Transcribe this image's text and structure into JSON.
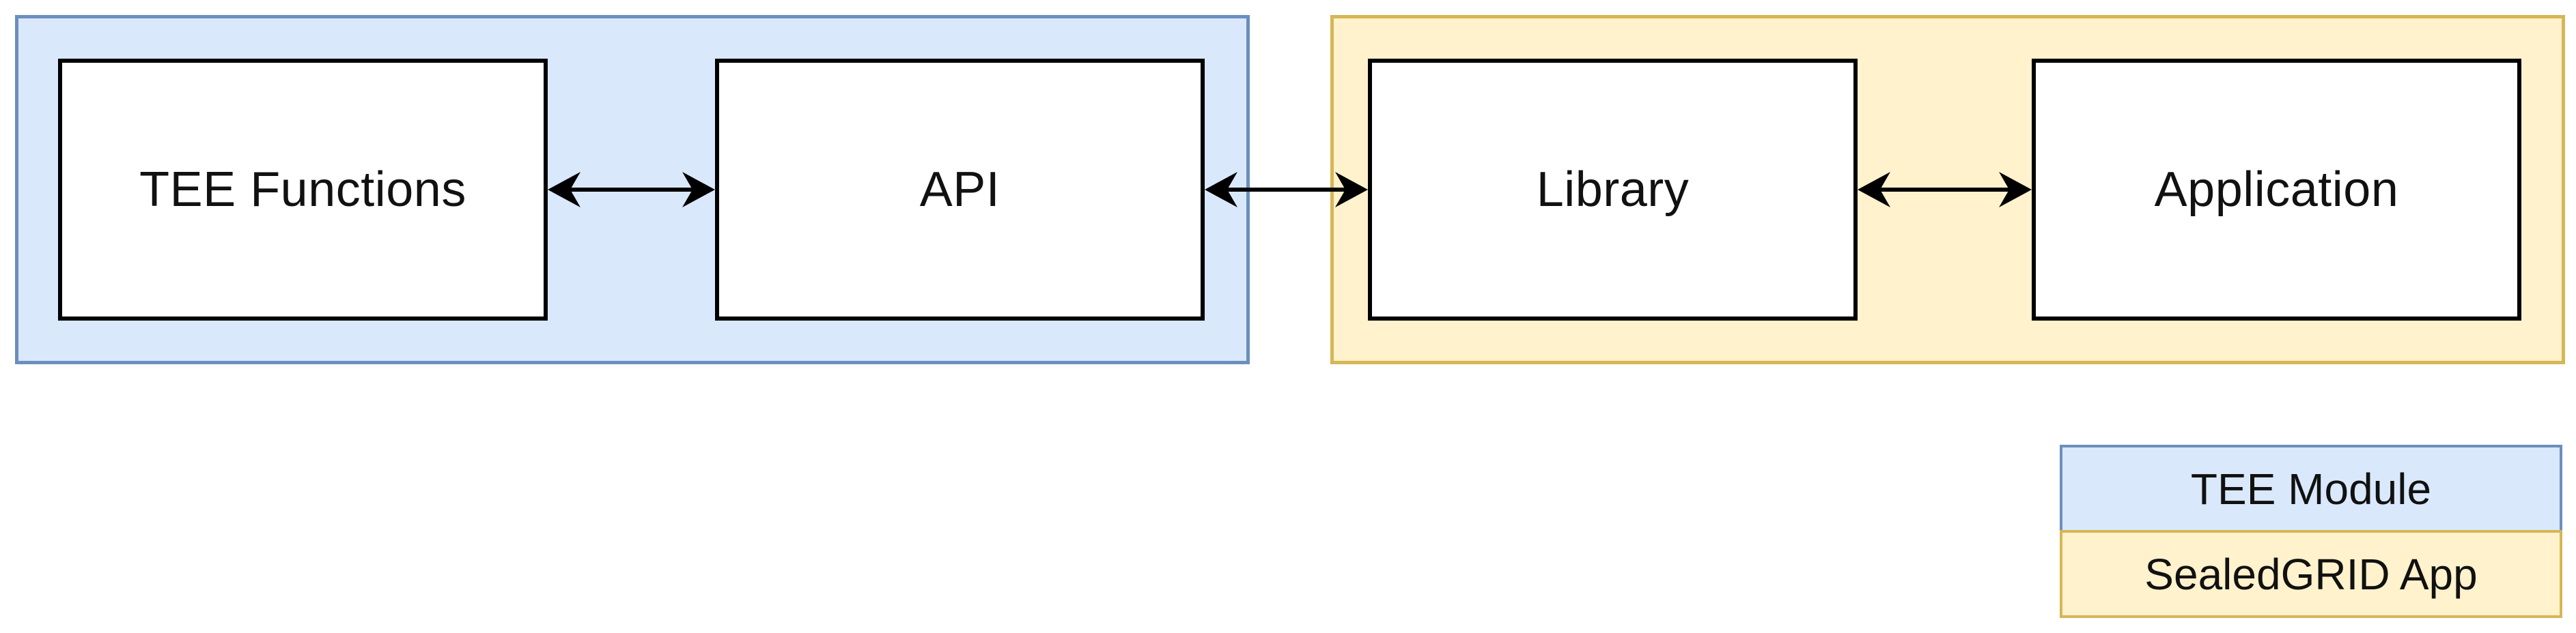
{
  "diagram": {
    "type": "block-diagram",
    "boxes": {
      "tee_functions": "TEE Functions",
      "api": "API",
      "library": "Library",
      "application": "Application"
    },
    "connections": [
      {
        "from": "TEE Functions",
        "to": "API",
        "style": "double-headed-arrow"
      },
      {
        "from": "API",
        "to": "Library",
        "style": "double-headed-arrow"
      },
      {
        "from": "Library",
        "to": "Application",
        "style": "double-headed-arrow"
      }
    ],
    "groups": [
      {
        "name": "TEE Module",
        "contains": [
          "TEE Functions",
          "API"
        ],
        "fill": "#dae8fc",
        "border": "#6c8ebf"
      },
      {
        "name": "SealedGRID App",
        "contains": [
          "Library",
          "Application"
        ],
        "fill": "#fff2cc",
        "border": "#d6b656"
      }
    ],
    "legend": {
      "items": [
        {
          "label": "TEE Module",
          "fill": "#dae8fc",
          "border": "#6c8ebf"
        },
        {
          "label": "SealedGRID App",
          "fill": "#fff2cc",
          "border": "#d6b656"
        }
      ]
    },
    "colors": {
      "background": "#ffffff",
      "box_fill": "#ffffff",
      "box_border": "#000000",
      "arrow": "#000000",
      "text": "#111111"
    }
  }
}
